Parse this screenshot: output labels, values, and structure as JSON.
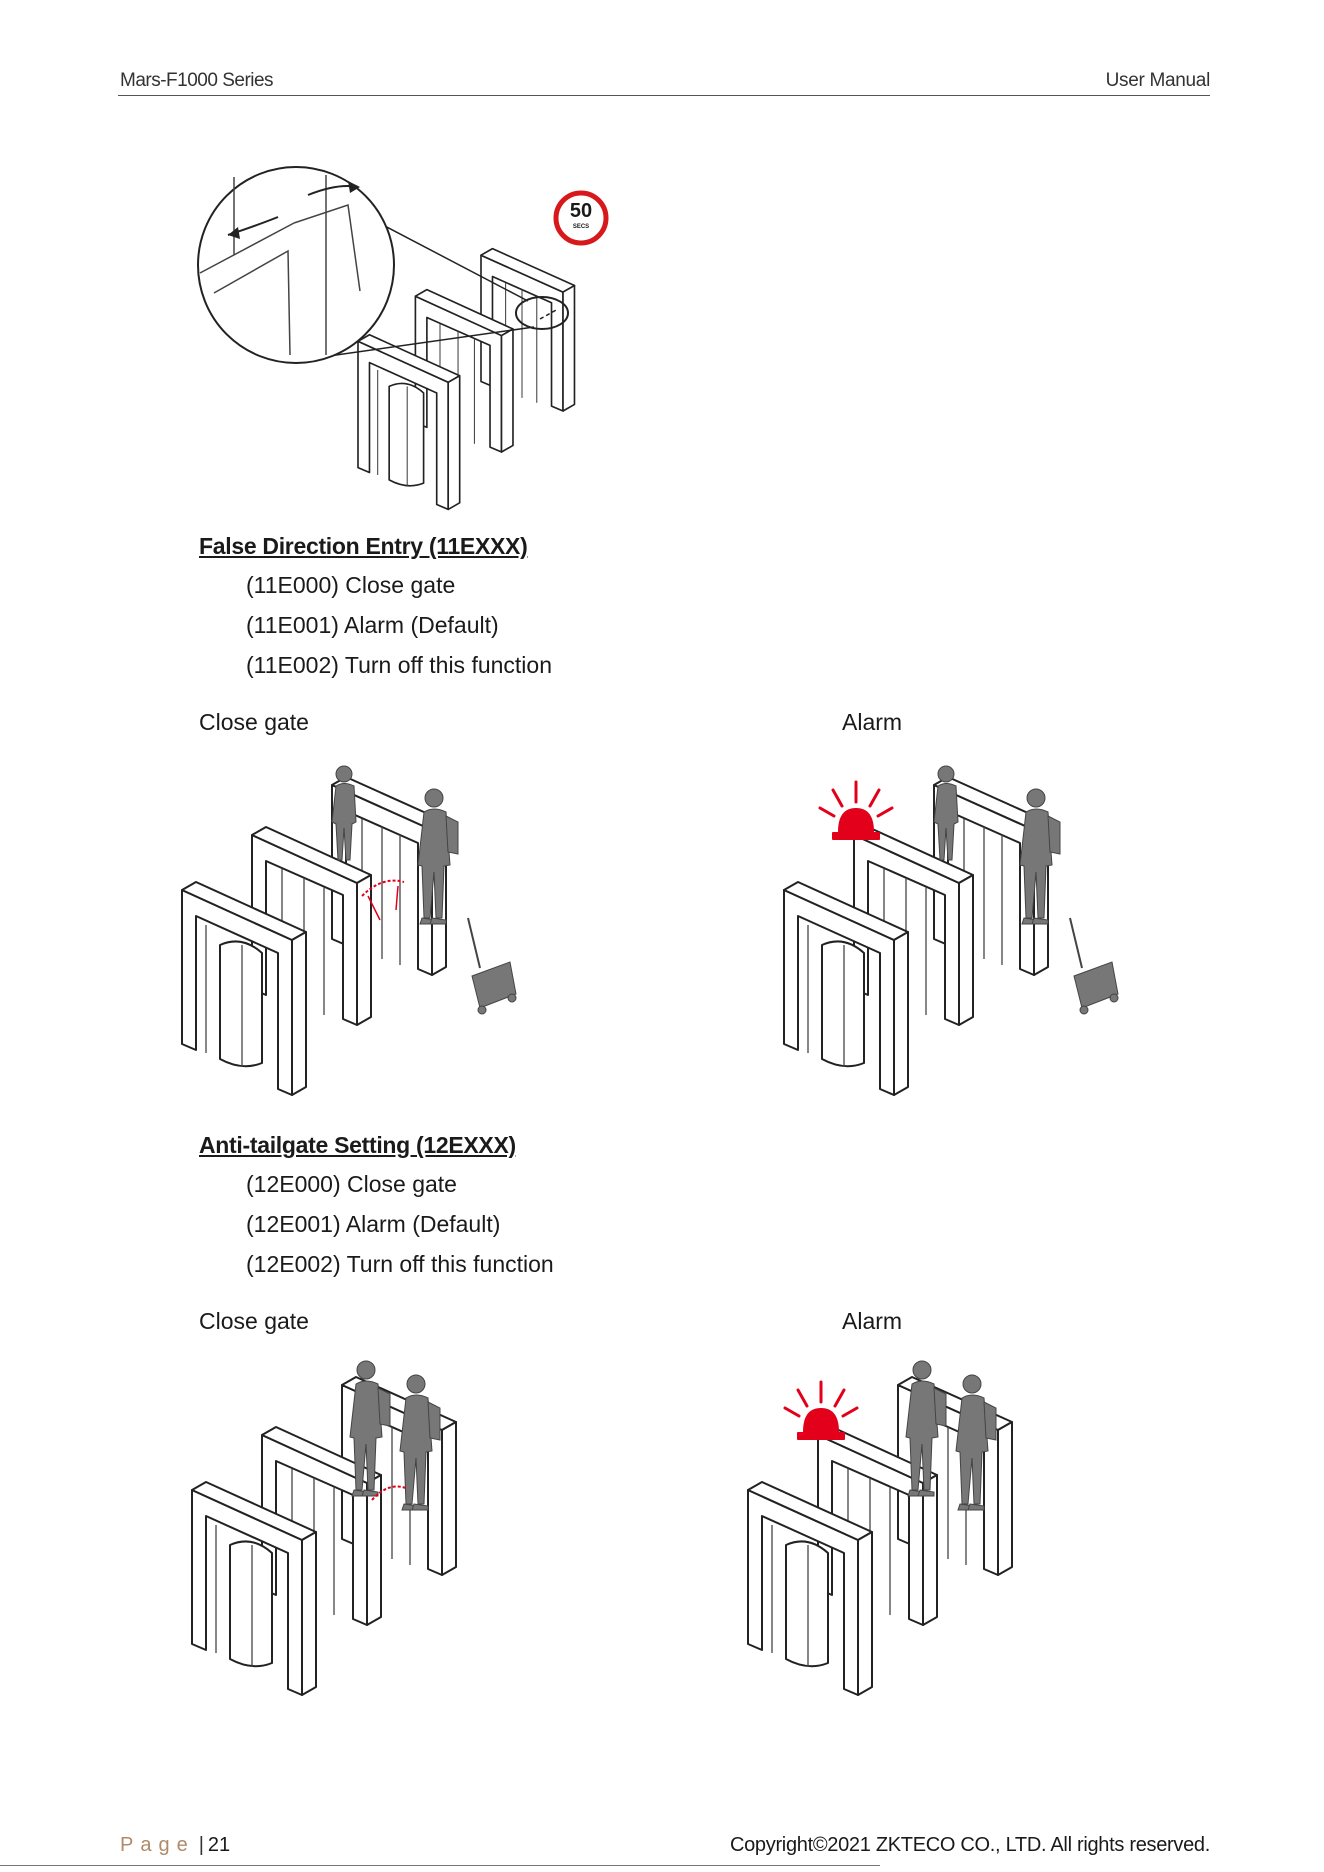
{
  "header": {
    "product": "Mars-F1000 Series",
    "doc_type": "User Manual"
  },
  "timer_badge": {
    "value": "50",
    "unit": "SECS",
    "ring_color": "#d7191c"
  },
  "sections": [
    {
      "title": "False Direction Entry (11EXXX)",
      "options": [
        "(11E000) Close gate",
        "(11E001) Alarm (Default)",
        "(11E002) Turn off this function"
      ],
      "captions": {
        "left": "Close gate",
        "right": "Alarm"
      }
    },
    {
      "title": "Anti-tailgate Setting (12EXXX)",
      "options": [
        "(12E000) Close gate",
        "(12E001) Alarm (Default)",
        "(12E002) Turn off this function"
      ],
      "captions": {
        "left": "Close gate",
        "right": "Alarm"
      }
    }
  ],
  "footer": {
    "page_word": "Page",
    "page_number": "21",
    "copyright": "Copyright©2021 ZKTECO CO., LTD.  All rights reserved."
  },
  "colors": {
    "alarm": "#e2001a",
    "person": "#777777",
    "line": "#222222"
  },
  "icons": [
    "alarm-light-icon",
    "timer-badge-icon"
  ]
}
